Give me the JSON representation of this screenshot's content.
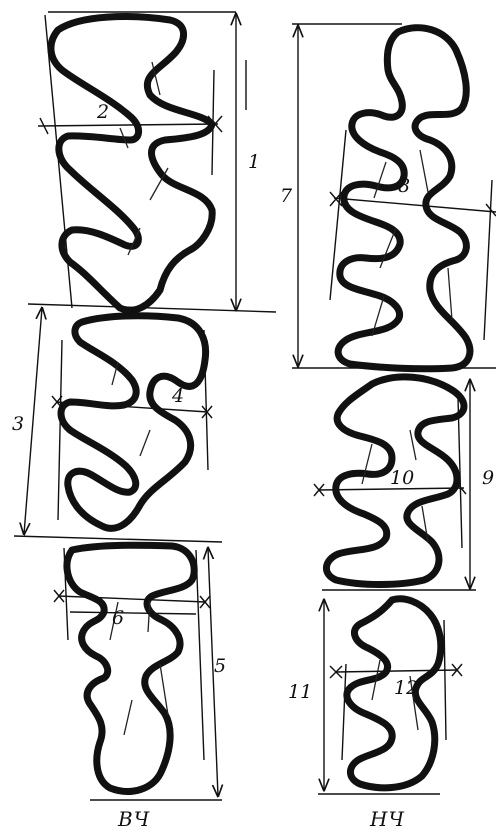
{
  "figure": {
    "measure_labels": [
      "1",
      "2",
      "3",
      "4",
      "5",
      "6",
      "7",
      "8",
      "9",
      "10",
      "11",
      "12"
    ],
    "jaw_labels": {
      "upper": "ВЧ",
      "lower": "НЧ"
    }
  }
}
